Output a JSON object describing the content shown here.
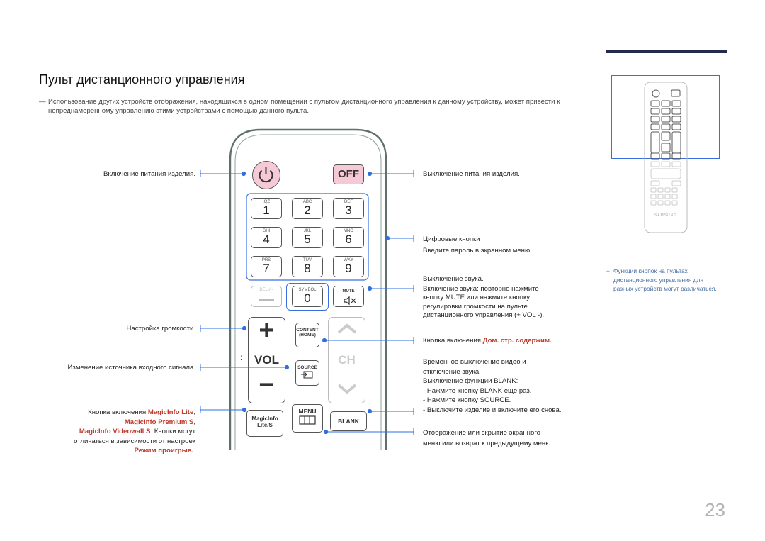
{
  "page": {
    "title": "Пульт дистанционного управления",
    "note_dash": "—",
    "note": "Использование других устройств отображения, находящихся в одном помещении с пультом дистанционного управления к данному устройству, может привести к непреднамеренному управлению этими устройствами с помощью данного пульта.",
    "page_number": "23"
  },
  "labels_left": {
    "power_on": "Включение питания изделия.",
    "volume": "Настройка громкости.",
    "source": "Изменение источника входного сигнала.",
    "magicinfo_prefix": "Кнопка включения ",
    "magicinfo_lite": "MagicInfo Lite",
    "comma1": ",",
    "magicinfo_premium": "MagicInfo Premium S",
    "comma2": ",",
    "magicinfo_videowall": "MagicInfo Videowall S",
    "magicinfo_rest": ". Кнопки могут",
    "magicinfo_line4": "отличаться в зависимости от настроек",
    "playmode": "Режим проигрыв.",
    "playmode_dot": "."
  },
  "labels_right": {
    "power_off": "Выключение питания изделия.",
    "digits_1": "Цифровые кнопки",
    "digits_2": "Введите пароль в экранном меню.",
    "mute_1": "Выключение звука.",
    "mute_2": "Включение звука: повторно нажмите",
    "mute_3": "кнопку MUTE или нажмите кнопку",
    "mute_4": "регулировки громкости на пульте",
    "mute_5": "дистанционного управления (+ VOL -).",
    "home_prefix": "Кнопка включения ",
    "home_red": "Дом. стр. содержим.",
    "blank_1": "Временное выключение видео и",
    "blank_2": "отключение звука.",
    "blank_3": "Выключение функции BLANK:",
    "blank_4": "- Нажмите кнопку BLANK еще раз.",
    "blank_5": "- Нажмите кнопку SOURCE.",
    "blank_6": "- Выключите изделие и включите его снова.",
    "menu_1": "Отображение или скрытие экранного",
    "menu_2": "меню или возврат к предыдущему меню."
  },
  "side": {
    "dash": "−",
    "note": "Функции кнопок на пультах дистанционного управления для разных устройств могут различаться.",
    "brand": "SAMSUNG"
  },
  "remote": {
    "off": "OFF",
    "keys": [
      {
        "small": ".QZ",
        "big": "1"
      },
      {
        "small": "ABC",
        "big": "2"
      },
      {
        "small": "DEF",
        "big": "3"
      },
      {
        "small": "GHI",
        "big": "4"
      },
      {
        "small": "JKL",
        "big": "5"
      },
      {
        "small": "MNO",
        "big": "6"
      },
      {
        "small": "PRS",
        "big": "7"
      },
      {
        "small": "TUV",
        "big": "8"
      },
      {
        "small": "WXY",
        "big": "9"
      }
    ],
    "del": "DEL-/--",
    "symbol": "SYMBOL",
    "zero": "0",
    "mute": "MUTE",
    "content": "CONTENT",
    "home": "(HOME)",
    "vol": "VOL",
    "ch": "CH",
    "source": "SOURCE",
    "menu": "MENU",
    "magicinfo_1": "MagicInfo",
    "magicinfo_2": "Lite/S",
    "blank": "BLANK",
    "plus": "+",
    "minus": "−"
  },
  "colors": {
    "accent_red": "#c0392b",
    "callout_blue": "#2f6fe0",
    "bar": "#232a4a"
  }
}
